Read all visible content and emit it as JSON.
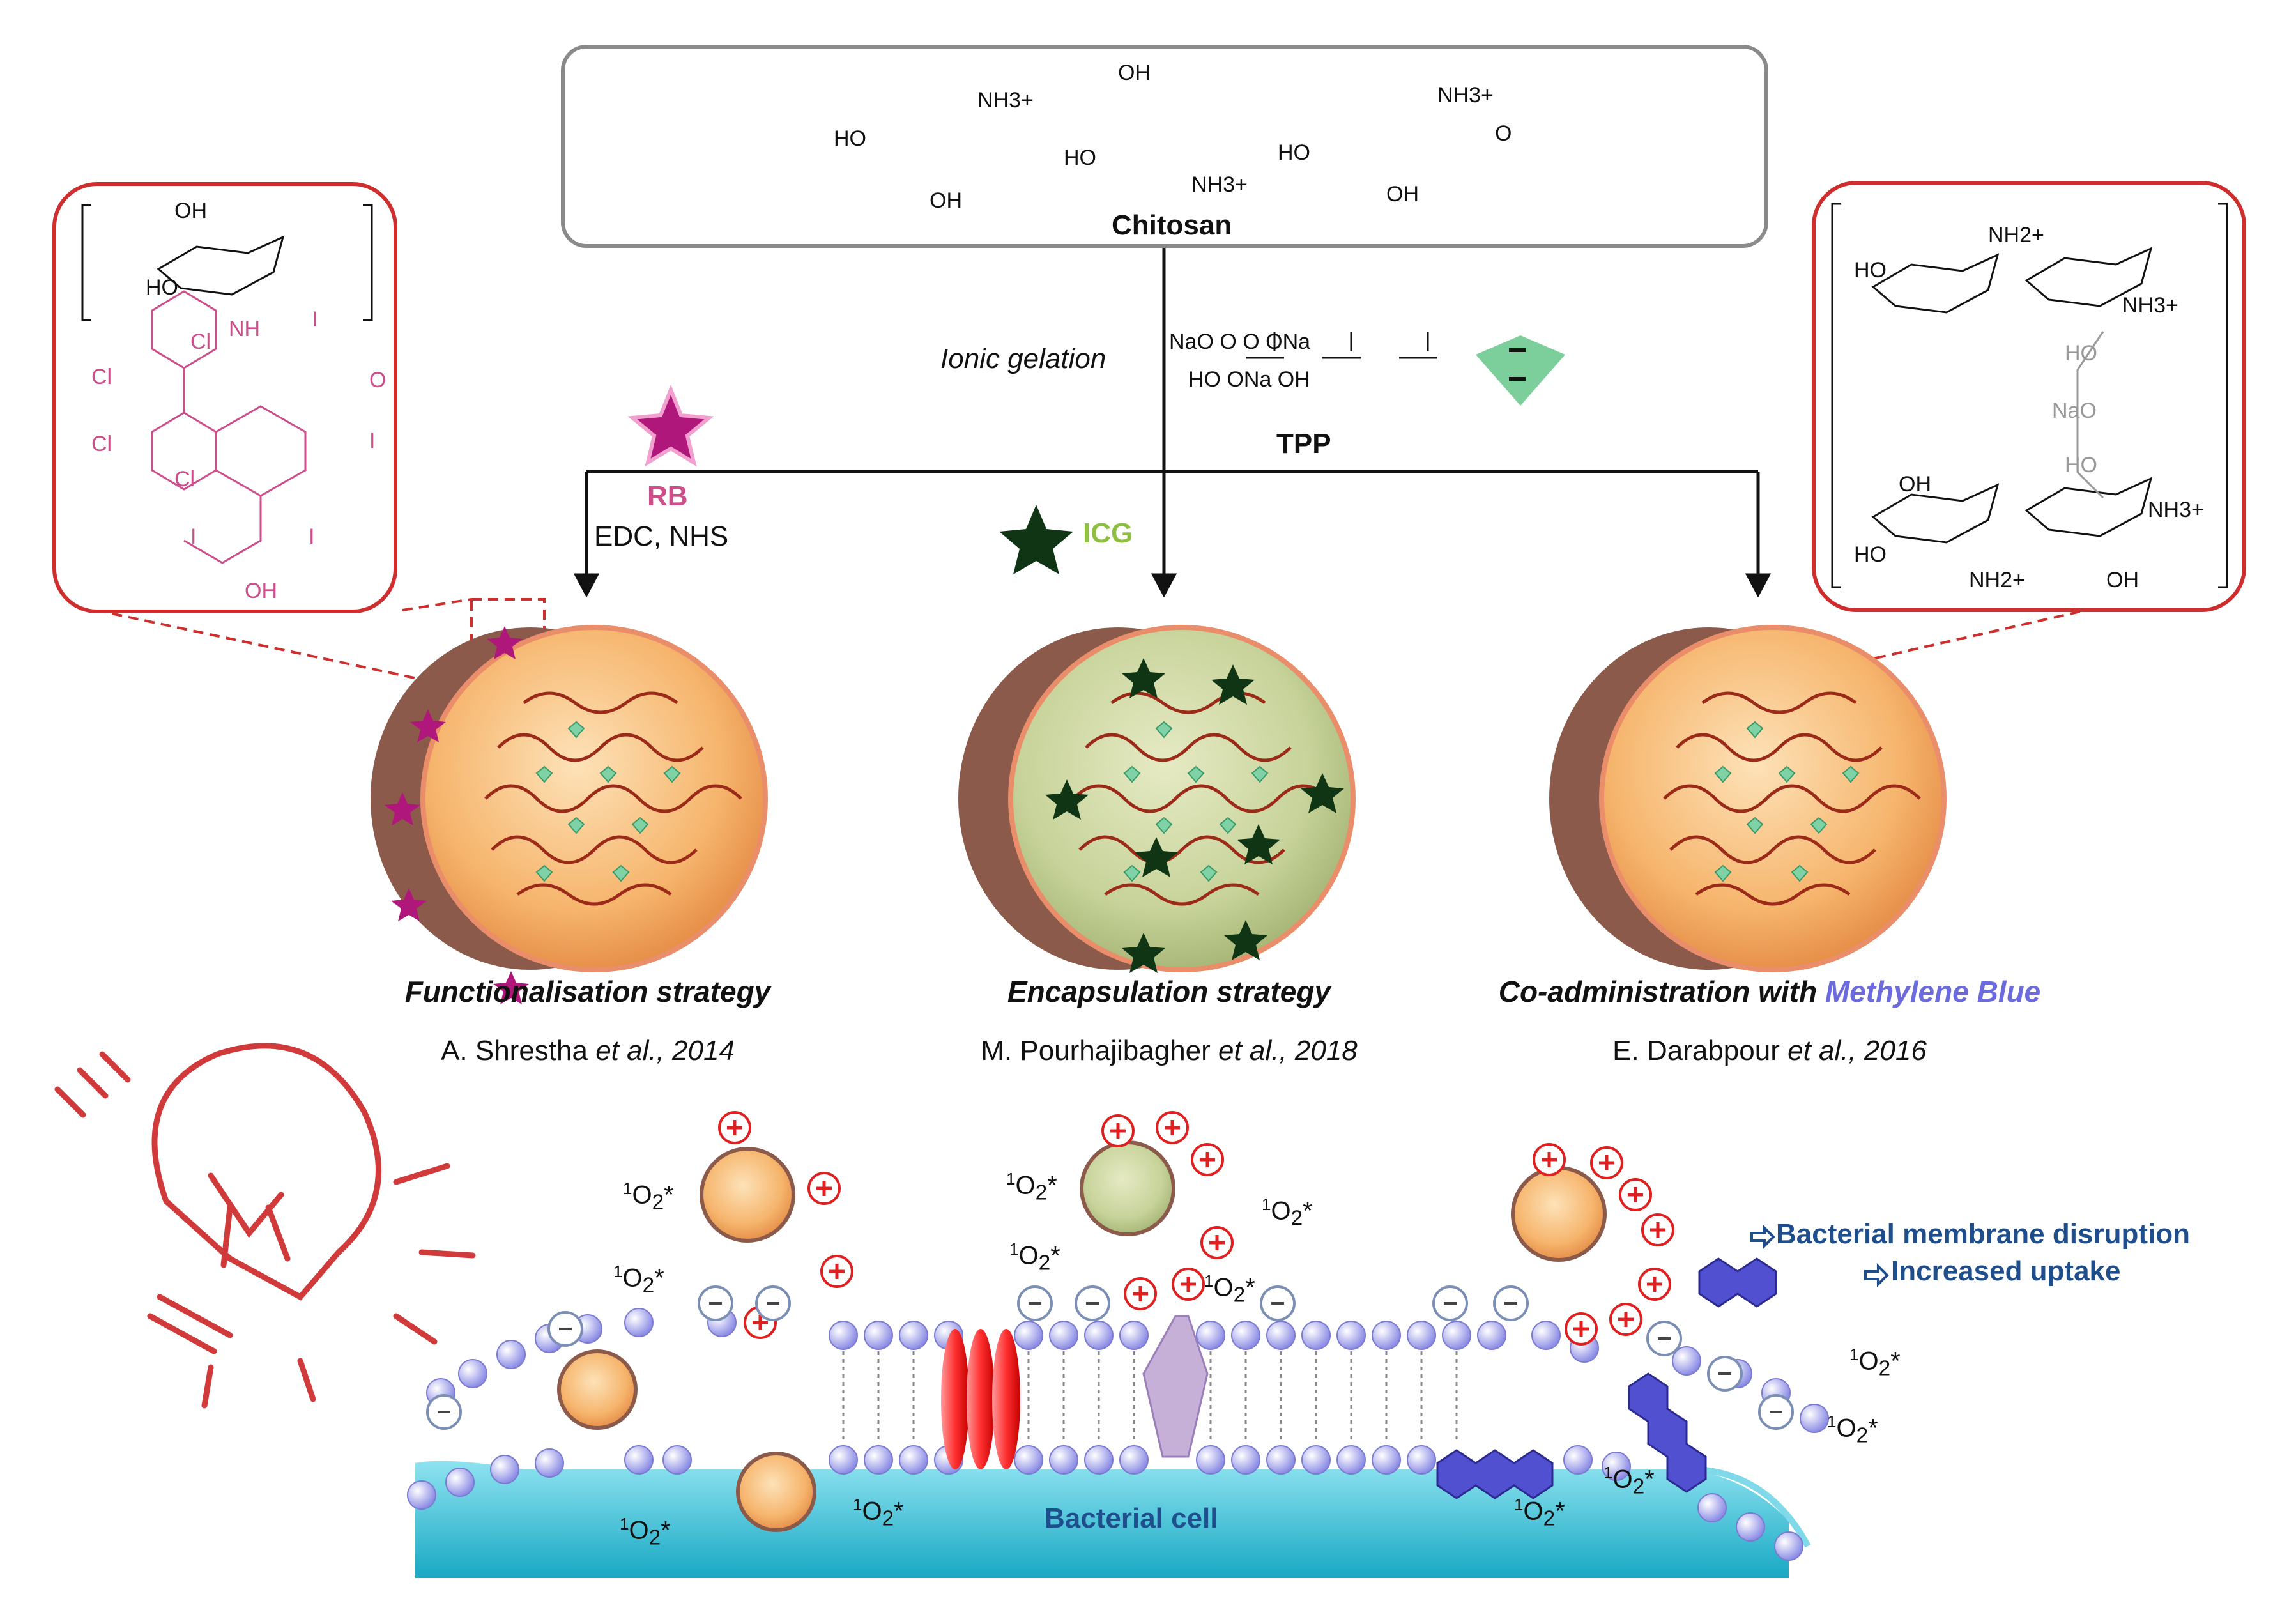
{
  "chitosan": {
    "label": "Chitosan",
    "groups": [
      "NH3+",
      "OH",
      "NH3+",
      "HO",
      "HO",
      "NH3+",
      "HO",
      "OH",
      "OH",
      "O"
    ]
  },
  "crosslinker": {
    "process": "Ionic gelation",
    "name": "TPP",
    "formula_top": "NaO   O   O   ONa",
    "formula_bottom": "HO    ONa    OH"
  },
  "left_branch": {
    "dye": "RB",
    "reagents": "EDC, NHS"
  },
  "middle_branch": {
    "dye": "ICG"
  },
  "left_callout": {
    "groups": [
      "OH",
      "HO",
      "NH",
      "Cl",
      "Cl",
      "Cl",
      "Cl",
      "I",
      "O",
      "I",
      "I",
      "I",
      "OH"
    ]
  },
  "right_callout": {
    "groups": [
      "NH2+",
      "HO",
      "NH3+",
      "HO",
      "NaO",
      "HO",
      "OH",
      "NH3+",
      "HO",
      "NH2+",
      "OH"
    ]
  },
  "strategies": [
    {
      "title": "Functionalisation strategy",
      "title_accent": "",
      "author": "A. Shrestha ",
      "etal": "et al., 2014"
    },
    {
      "title": "Encapsulation strategy",
      "title_accent": "",
      "author": "M. Pourhajibagher ",
      "etal": "et al., 2018"
    },
    {
      "title": "Co-administration with ",
      "title_accent": "Methylene Blue",
      "author": "E. Darabpour ",
      "etal": "et al., 2016"
    }
  ],
  "effects": {
    "line1": "Bacterial membrane disruption",
    "line2": "Increased uptake"
  },
  "cell": {
    "label": "Bacterial cell"
  },
  "singlet_oxygen": {
    "base": "O",
    "sub": "2",
    "pre": "1",
    "star": "*"
  },
  "colors": {
    "accent_red": "#cf2e2e",
    "mb_blue": "#6b6bdd",
    "effect_blue": "#1f4e8c",
    "rb_pink": "#cc4e8a",
    "icg_green": "#8fbf3f",
    "cell_cyan": "#3ec3d8"
  }
}
